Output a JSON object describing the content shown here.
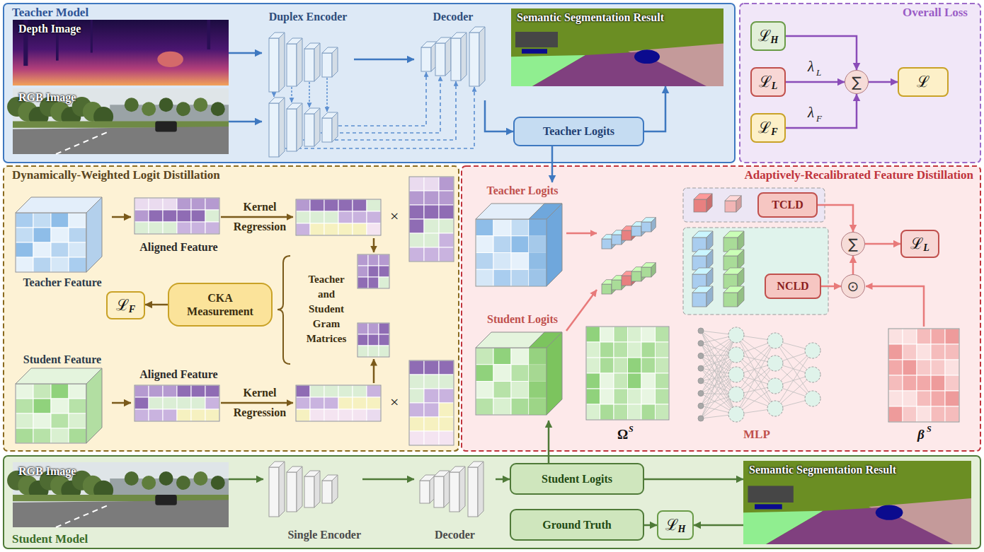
{
  "diagram": {
    "nodes": [
      {
        "text": [
          "Teacher Model"
        ]
      },
      {
        "text": [
          "Depth Image"
        ],
        "in": 0
      },
      {
        "text": [
          "RGB Image"
        ],
        "in": 0
      },
      {
        "text": [
          "Duplex Encoder"
        ],
        "in": 0
      },
      {
        "text": [
          "Decoder"
        ],
        "in": 0
      },
      {
        "text": [
          "Semantic Segmentation Result"
        ],
        "in": 0
      },
      {
        "text": [
          "Teacher Logits"
        ],
        "in": 0
      },
      {
        "text": [
          "Overall Loss"
        ]
      },
      {
        "text": [
          "ℒ",
          "H"
        ],
        "in": 7
      },
      {
        "text": [
          "ℒ",
          "L"
        ],
        "in": 7
      },
      {
        "text": [
          "ℒ",
          "F"
        ],
        "in": 7
      },
      {
        "text": [
          "∑"
        ],
        "in": 7
      },
      {
        "text": [
          "ℒ"
        ],
        "in": 7
      },
      {
        "text": [
          "Dynamically-Weighted Logit Distillation"
        ]
      },
      {
        "text": [
          "Teacher Feature"
        ],
        "in": 13
      },
      {
        "text": [
          "Aligned Feature"
        ],
        "in": 13
      },
      {
        "text": [
          "CKA Measurement"
        ],
        "in": 13
      },
      {
        "text": [
          "ℒ",
          "F"
        ],
        "in": 13
      },
      {
        "text": [
          "Student Feature"
        ],
        "in": 13
      },
      {
        "text": [
          "Aligned Feature"
        ],
        "in": 13
      },
      {
        "text": [
          "Adaptively-Recalibrated Feature Distillation"
        ]
      },
      {
        "text": [
          "Teacher Logits"
        ],
        "in": 20
      },
      {
        "text": [
          "Student Logits"
        ],
        "in": 20
      },
      {
        "text": [
          "TCLD"
        ],
        "in": 20
      },
      {
        "text": [
          "NCLD"
        ],
        "in": 20
      },
      {
        "text": [
          "∑"
        ],
        "in": 20
      },
      {
        "text": [
          "⊙"
        ],
        "in": 20
      },
      {
        "text": [
          "ℒ",
          "L"
        ],
        "in": 20
      },
      {
        "text": [
          "Student Model"
        ]
      },
      {
        "text": [
          "RGB Image"
        ],
        "in": 28
      },
      {
        "text": [
          "Single Encoder"
        ],
        "in": 28
      },
      {
        "text": [
          "Decoder"
        ],
        "in": 28
      },
      {
        "text": [
          "Student Logits"
        ],
        "in": 28
      },
      {
        "text": [
          "Ground Truth"
        ],
        "in": 28
      },
      {
        "text": [
          "ℒ",
          "H"
        ],
        "in": 28
      },
      {
        "text": [
          "Semantic Segmentation Result"
        ],
        "in": 28
      }
    ],
    "edges": [
      {
        "from": 1,
        "to": 3,
        "arrow": "to"
      },
      {
        "from": 2,
        "to": 3,
        "arrow": "to"
      },
      {
        "from": 3,
        "to": 4,
        "arrow": "to"
      },
      {
        "from": 4,
        "to": 6,
        "arrow": "to"
      },
      {
        "from": 6,
        "to": 5,
        "arrow": "to"
      },
      {
        "from": 6,
        "to": 21,
        "arrow": "to"
      },
      {
        "from": 8,
        "to": 11,
        "arrow": "to"
      },
      {
        "from": 9,
        "to": 11,
        "arrow": "to"
      },
      {
        "from": 10,
        "to": 11,
        "arrow": "to"
      },
      {
        "from": 11,
        "to": 12,
        "arrow": "to"
      },
      {
        "from": 14,
        "to": 15,
        "arrow": "to"
      },
      {
        "from": 16,
        "to": 17,
        "arrow": "to"
      },
      {
        "from": 18,
        "to": 19,
        "arrow": "to"
      },
      {
        "from": 23,
        "to": 25,
        "arrow": "to"
      },
      {
        "from": 24,
        "to": 26,
        "arrow": "to"
      },
      {
        "from": 26,
        "to": 25,
        "arrow": "to"
      },
      {
        "from": 25,
        "to": 27,
        "arrow": "to"
      },
      {
        "from": 29,
        "to": 30,
        "arrow": "to"
      },
      {
        "from": 30,
        "to": 31,
        "arrow": "to"
      },
      {
        "from": 31,
        "to": 32,
        "arrow": "to"
      },
      {
        "from": 32,
        "to": 35,
        "arrow": "to"
      },
      {
        "from": 35,
        "to": 34,
        "arrow": "to"
      },
      {
        "from": 33,
        "to": 34,
        "arrow": "to"
      },
      {
        "from": 32,
        "to": 22,
        "arrow": "to"
      }
    ],
    "labels": [
      "λ",
      "L",
      "λ",
      "F",
      "Kernel Regression",
      "×",
      "Teacher and Student Gram Matrices",
      "Kernel Regression",
      "×",
      "Ω",
      "S",
      "MLP",
      "β",
      "S"
    ]
  }
}
